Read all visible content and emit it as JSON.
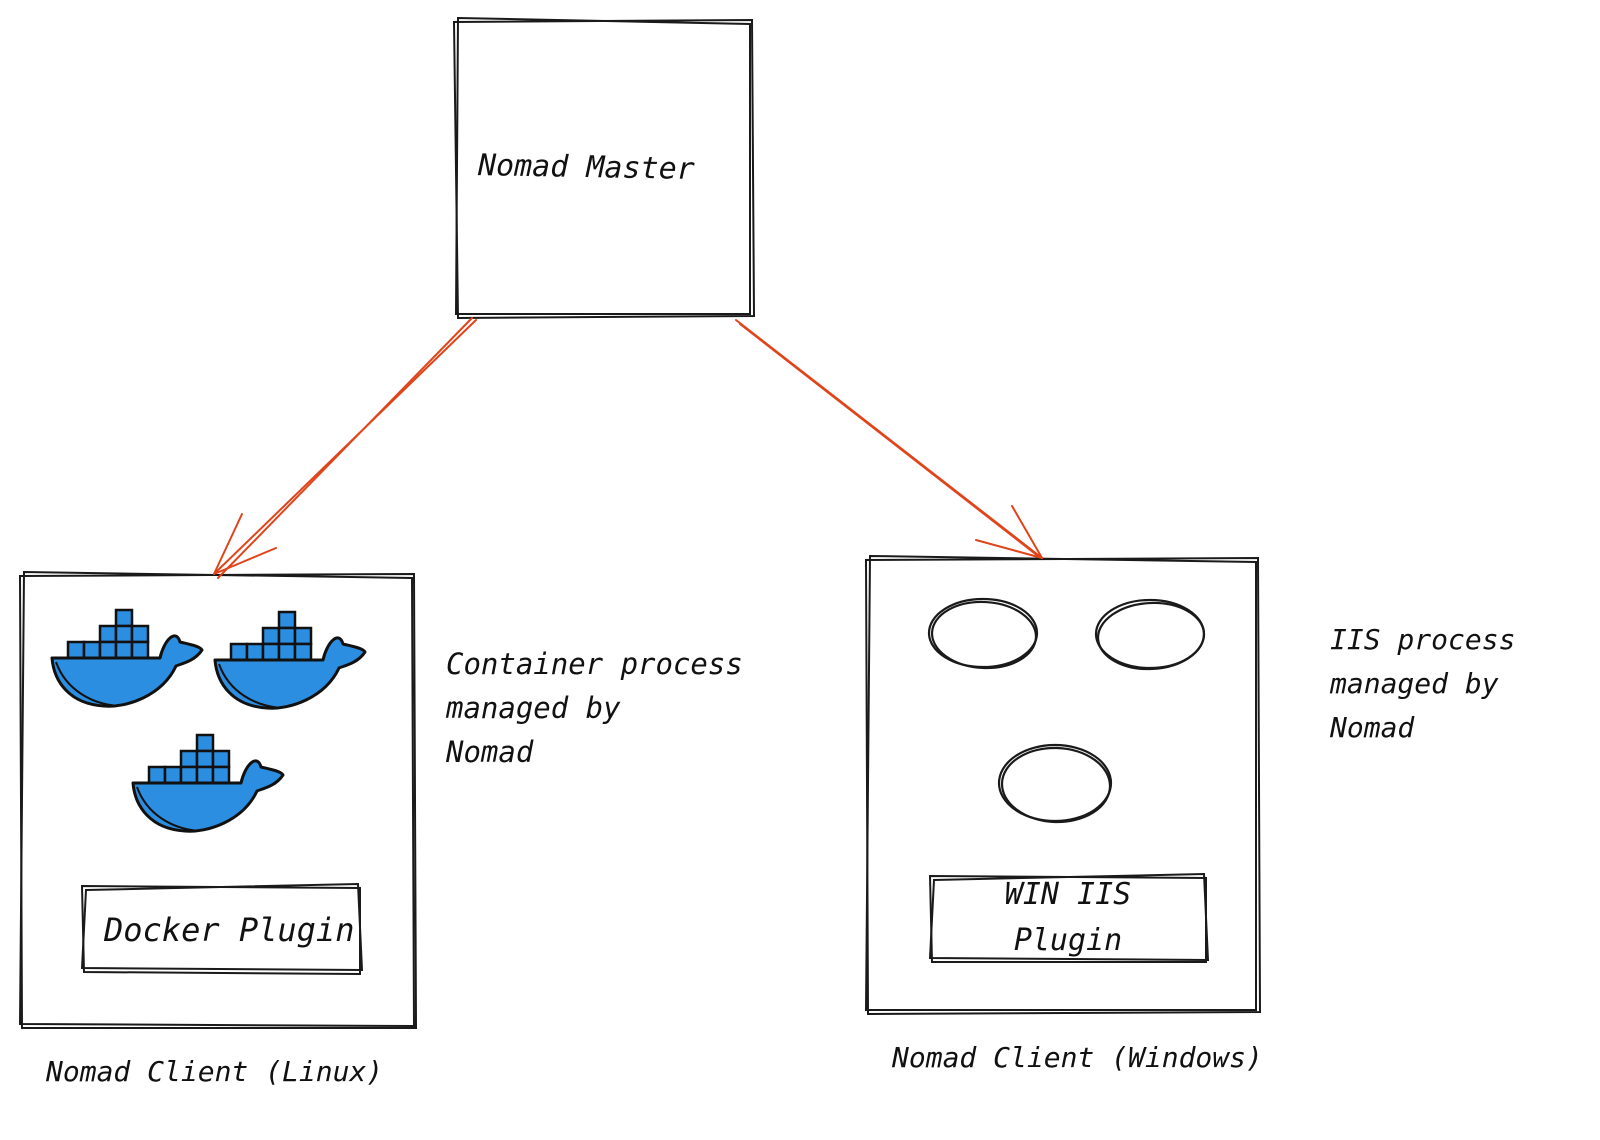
{
  "colors": {
    "stroke": "#1a1a1a",
    "arrow": "#e0441a",
    "docker_blue": "#2c8ee0",
    "background": "#ffffff"
  },
  "master": {
    "label": "Nomad Master"
  },
  "linux_client": {
    "label": "Nomad Client (Linux)",
    "plugin_label": "Docker Plugin",
    "icons": [
      "docker-whale-icon",
      "docker-whale-icon",
      "docker-whale-icon"
    ],
    "note_lines": [
      "Container process",
      "managed by",
      "Nomad"
    ]
  },
  "windows_client": {
    "label": "Nomad Client (Windows)",
    "plugin_lines": [
      "WIN IIS",
      "Plugin"
    ],
    "note_lines": [
      "IIS process",
      "managed by",
      "Nomad"
    ]
  }
}
